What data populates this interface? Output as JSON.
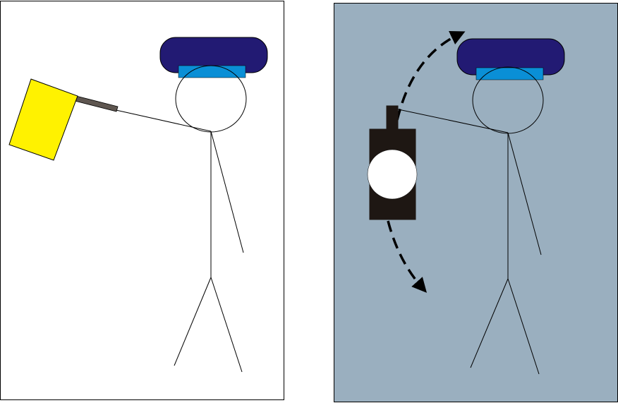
{
  "panels": [
    {
      "id": "flag-signal",
      "background": "#ffffff",
      "border": "#000000",
      "figure": {
        "cap_color": "#221a73",
        "cap_band_color": "#0a8fd6",
        "line_color": "#000000"
      },
      "signal_object": "flag-icon",
      "flag_color": "#fff200",
      "flag_staff_color": "#5e5650"
    },
    {
      "id": "lamp-signal",
      "background": "#9aafbf",
      "border": "#000000",
      "figure": {
        "cap_color": "#221a73",
        "cap_band_color": "#0a8fd6",
        "line_color": "#000000"
      },
      "signal_object": "signal-lamp-icon",
      "lamp_body_color": "#1e1713",
      "lamp_lens_color": "#ffffff",
      "motion": {
        "arrows": [
          "curved-arrow-up-icon",
          "curved-arrow-down-icon"
        ],
        "arrow_color": "#000000",
        "style": "dashed"
      }
    }
  ]
}
